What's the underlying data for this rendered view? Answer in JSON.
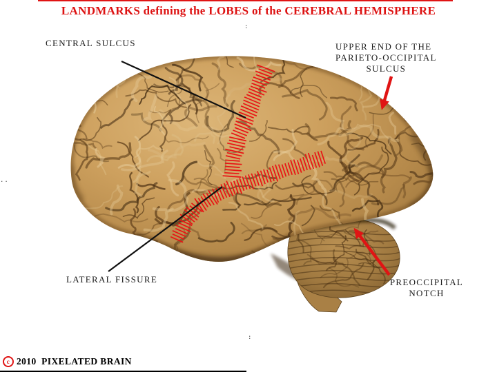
{
  "title": {
    "text": "LANDMARKS defining the LOBES of the CEREBRAL HEMISPHERE"
  },
  "annotations": {
    "central_sulcus": {
      "label": "CENTRAL SULCUS"
    },
    "parieto_occipital": {
      "line1": "UPPER END OF THE",
      "line2": "PARIETO-OCCIPITAL",
      "line3": "SULCUS"
    },
    "lateral_fissure": {
      "label": "LATERAL FISSURE"
    },
    "preoccipital": {
      "line1": "PREOCCIPITAL",
      "line2": "NOTCH"
    }
  },
  "footer": {
    "symbol": "c",
    "text": "2010  PIXELATED BRAIN"
  },
  "marks": {
    "top": ":",
    "bottom": ":",
    "left": ".."
  },
  "colors": {
    "title_red": "#dd1111",
    "arrow_red": "#e01414",
    "hatch_red": "#e81414",
    "pointer_black": "#111111",
    "label_black": "#1b1b1b",
    "brain_light": "#ddb678",
    "brain_mid": "#c0904f",
    "brain_dark": "#9a733c",
    "sulci_dark": "#462d12",
    "background": "#ffffff"
  }
}
